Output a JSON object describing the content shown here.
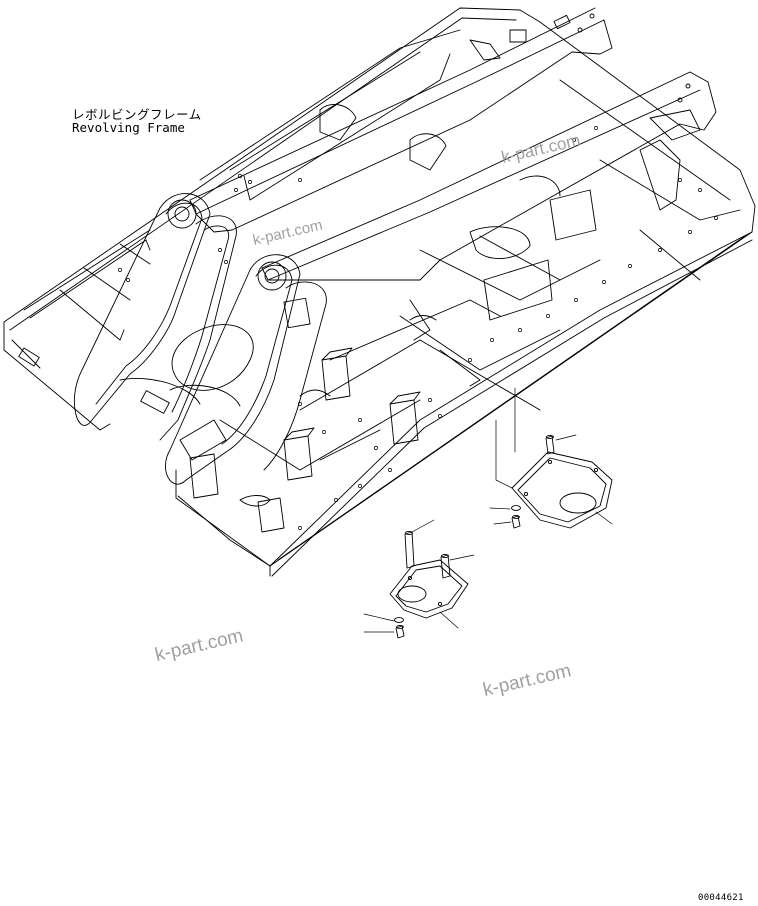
{
  "title": {
    "japanese": "レボルビングフレーム",
    "english": "Revolving Frame"
  },
  "drawing_number": "00044621",
  "watermark": "k-part.com",
  "colors": {
    "line": "#000000",
    "background": "#ffffff",
    "watermark": "#a0a0a0"
  }
}
